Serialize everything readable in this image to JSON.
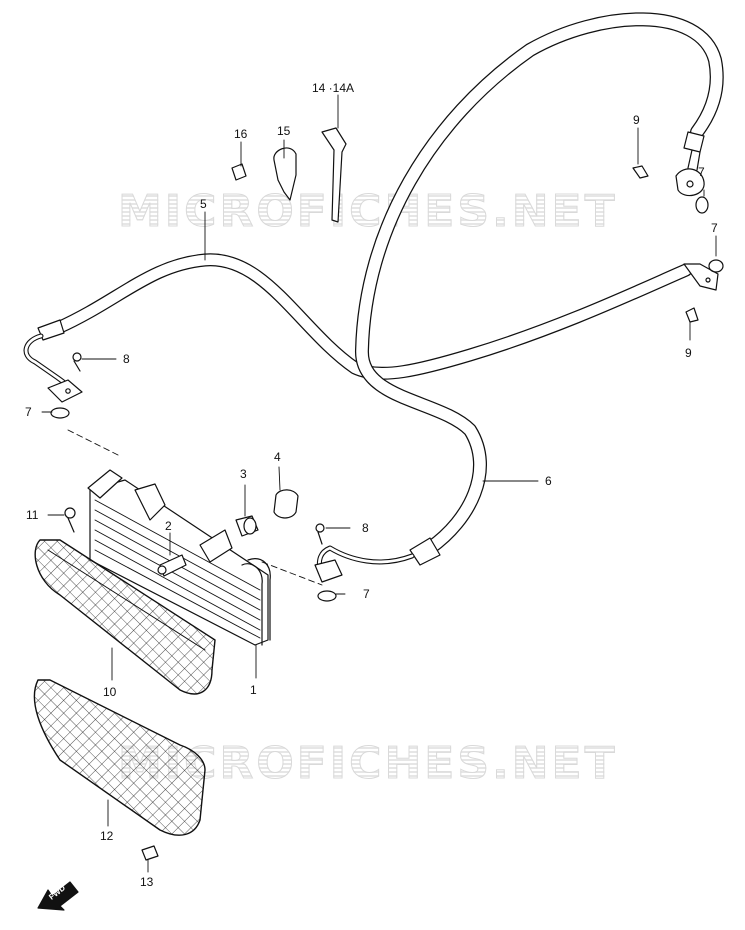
{
  "watermark": {
    "text_top": "MICROFICHES.NET",
    "text_bottom": "MICROFICHES.NET"
  },
  "fwd_marker": {
    "text": "FWD"
  },
  "callouts": {
    "p1": "1",
    "p2": "2",
    "p3": "3",
    "p4": "4",
    "p5": "5",
    "p6": "6",
    "p7_left": "7",
    "p7_center": "7",
    "p7_right_top": "7",
    "p7_right_mid": "7",
    "p8_top": "8",
    "p8_center": "8",
    "p9_top": "9",
    "p9_bottom": "9",
    "p10": "10",
    "p11": "11",
    "p12": "12",
    "p13": "13",
    "p14": "14 ·14A",
    "p15": "15",
    "p16": "16"
  },
  "colors": {
    "line": "#111111",
    "watermark": "#d9d9d9",
    "background": "#ffffff"
  }
}
